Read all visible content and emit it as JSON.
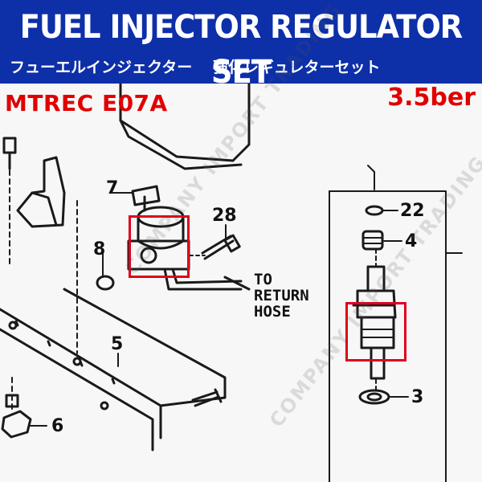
{
  "banner": {
    "title": "FUEL INJECTOR REGULATOR SET",
    "subtitle": "フューエルインジェクター　 強化レギュレターセット"
  },
  "model_code": "MTREC E07A",
  "pressure": "3.5ber",
  "diagram": {
    "callouts": [
      "7",
      "28",
      "8",
      "5",
      "6",
      "22",
      "4",
      "3"
    ],
    "return_label": "TO\nRETURN\nHOSE"
  },
  "watermark": "COMPANY IMPORT TRADING COMPANY IMPORT",
  "colors": {
    "banner_bg": "#0d2fa8",
    "accent_red": "#e00000",
    "highlight": "#e0001b"
  }
}
